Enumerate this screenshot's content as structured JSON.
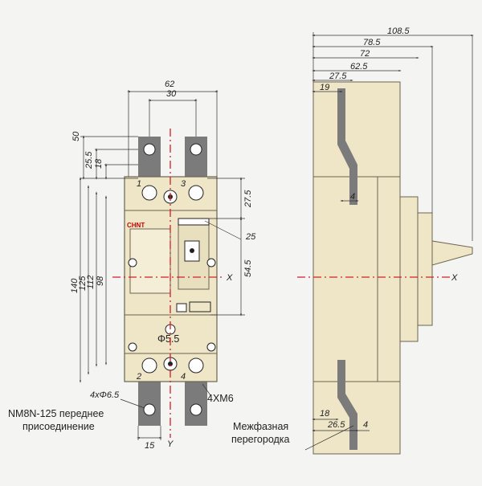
{
  "front": {
    "top_dims": [
      "62",
      "30"
    ],
    "left_dims": [
      "50",
      "25.5",
      "18"
    ],
    "outer_left_dims": [
      "140",
      "125",
      "112",
      "98"
    ],
    "right_dims": [
      "27.5",
      "54.5",
      "25"
    ],
    "terminal_labels": [
      "1",
      "3",
      "2",
      "4"
    ],
    "brand": "CHNT",
    "diameter_label": "Φ5.5",
    "hole_label": "4xΦ6.5",
    "screw_label": "4XM6",
    "bottom_dim": "15",
    "axis_x": "X",
    "axis_y": "Y"
  },
  "side": {
    "top_dims": [
      "108.5",
      "78.5",
      "72",
      "62.5",
      "27.5",
      "19"
    ],
    "small_dim_top": "4",
    "bottom_dims": [
      "18",
      "26.5",
      "4"
    ],
    "axis_x": "X"
  },
  "annotations": {
    "model_line1": "NM8N-125 переднее",
    "model_line2": "присоединение",
    "partition_line1": "Межфазная",
    "partition_line2": "перегородка"
  },
  "colors": {
    "body": "#efe6c8",
    "body_stroke": "#6a6450",
    "busbar": "#7b7b7b",
    "axis": "#d0202a",
    "dim_line": "#333333"
  }
}
